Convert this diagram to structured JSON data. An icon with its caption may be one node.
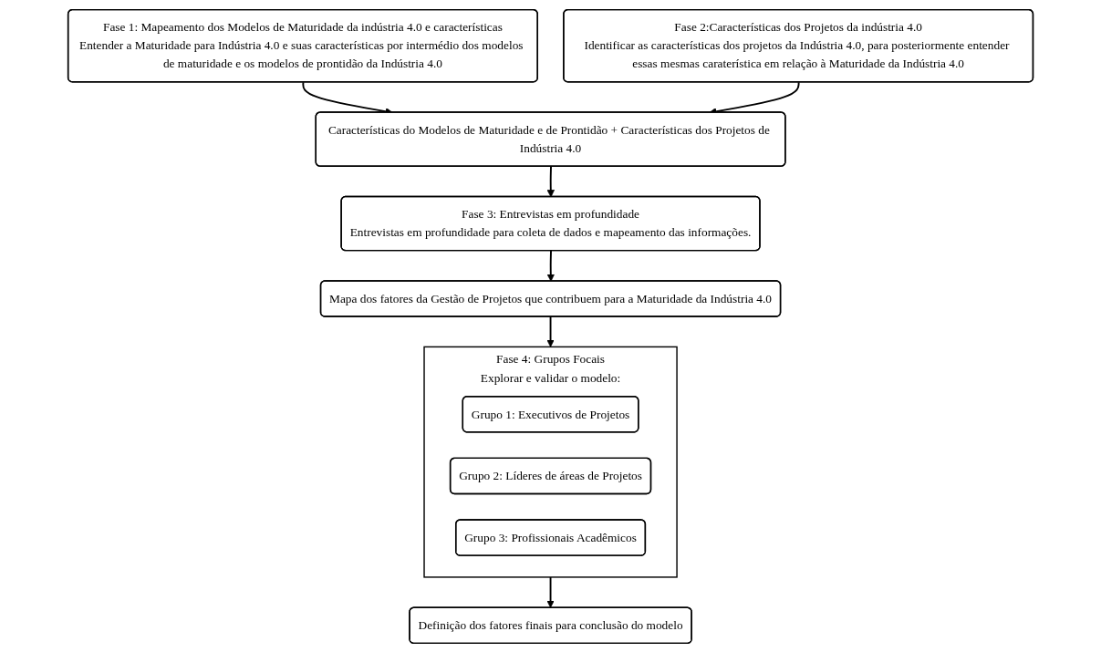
{
  "diagram": {
    "nodes": [
      {
        "text": [
          "Fase 1: Mapeamento dos Modelos de Maturidade da indústria 4.0 e características",
          "Entender a Maturidade para Indústria 4.0 e suas características por intermédio dos modelos de maturidade e os modelos de prontidão da Indústria 4.0"
        ]
      },
      {
        "text": [
          "Fase 2:Características dos Projetos da indústria 4.0",
          "Identificar as características dos projetos da Indústria 4.0, para posteriormente entender essas mesmas caraterística em relação à Maturidade da Indústria 4.0"
        ]
      },
      {
        "text": [
          "Características do Modelos de Maturidade e de Prontidão + Características dos Projetos de Indústria 4.0"
        ]
      },
      {
        "text": [
          "Fase 3: Entrevistas em profundidade",
          "Entrevistas em profundidade para coleta de dados e mapeamento das informações."
        ]
      },
      {
        "text": [
          "Mapa dos fatores da Gestão de Projetos que contribuem para a Maturidade da Indústria 4.0"
        ]
      },
      {
        "text": [
          "Fase 4: Grupos Focais",
          "Explorar e validar o modelo:"
        ]
      },
      {
        "text": [
          "Grupo 1: Executivos de Projetos"
        ],
        "in": 5
      },
      {
        "text": [
          "Grupo 2: Líderes de áreas de Projetos"
        ],
        "in": 5
      },
      {
        "text": [
          "Grupo 3: Profissionais Acadêmicos"
        ],
        "in": 5
      },
      {
        "text": [
          "Definição dos fatores finais para conclusão do modelo"
        ]
      }
    ],
    "edges": [
      {
        "from": 0,
        "to": 2,
        "arrow": "to"
      },
      {
        "from": 1,
        "to": 2,
        "arrow": "to"
      },
      {
        "from": 2,
        "to": 3,
        "arrow": "to"
      },
      {
        "from": 3,
        "to": 4,
        "arrow": "to"
      },
      {
        "from": 4,
        "to": 5,
        "arrow": "to"
      },
      {
        "from": 5,
        "to": 9,
        "arrow": "to"
      }
    ]
  }
}
